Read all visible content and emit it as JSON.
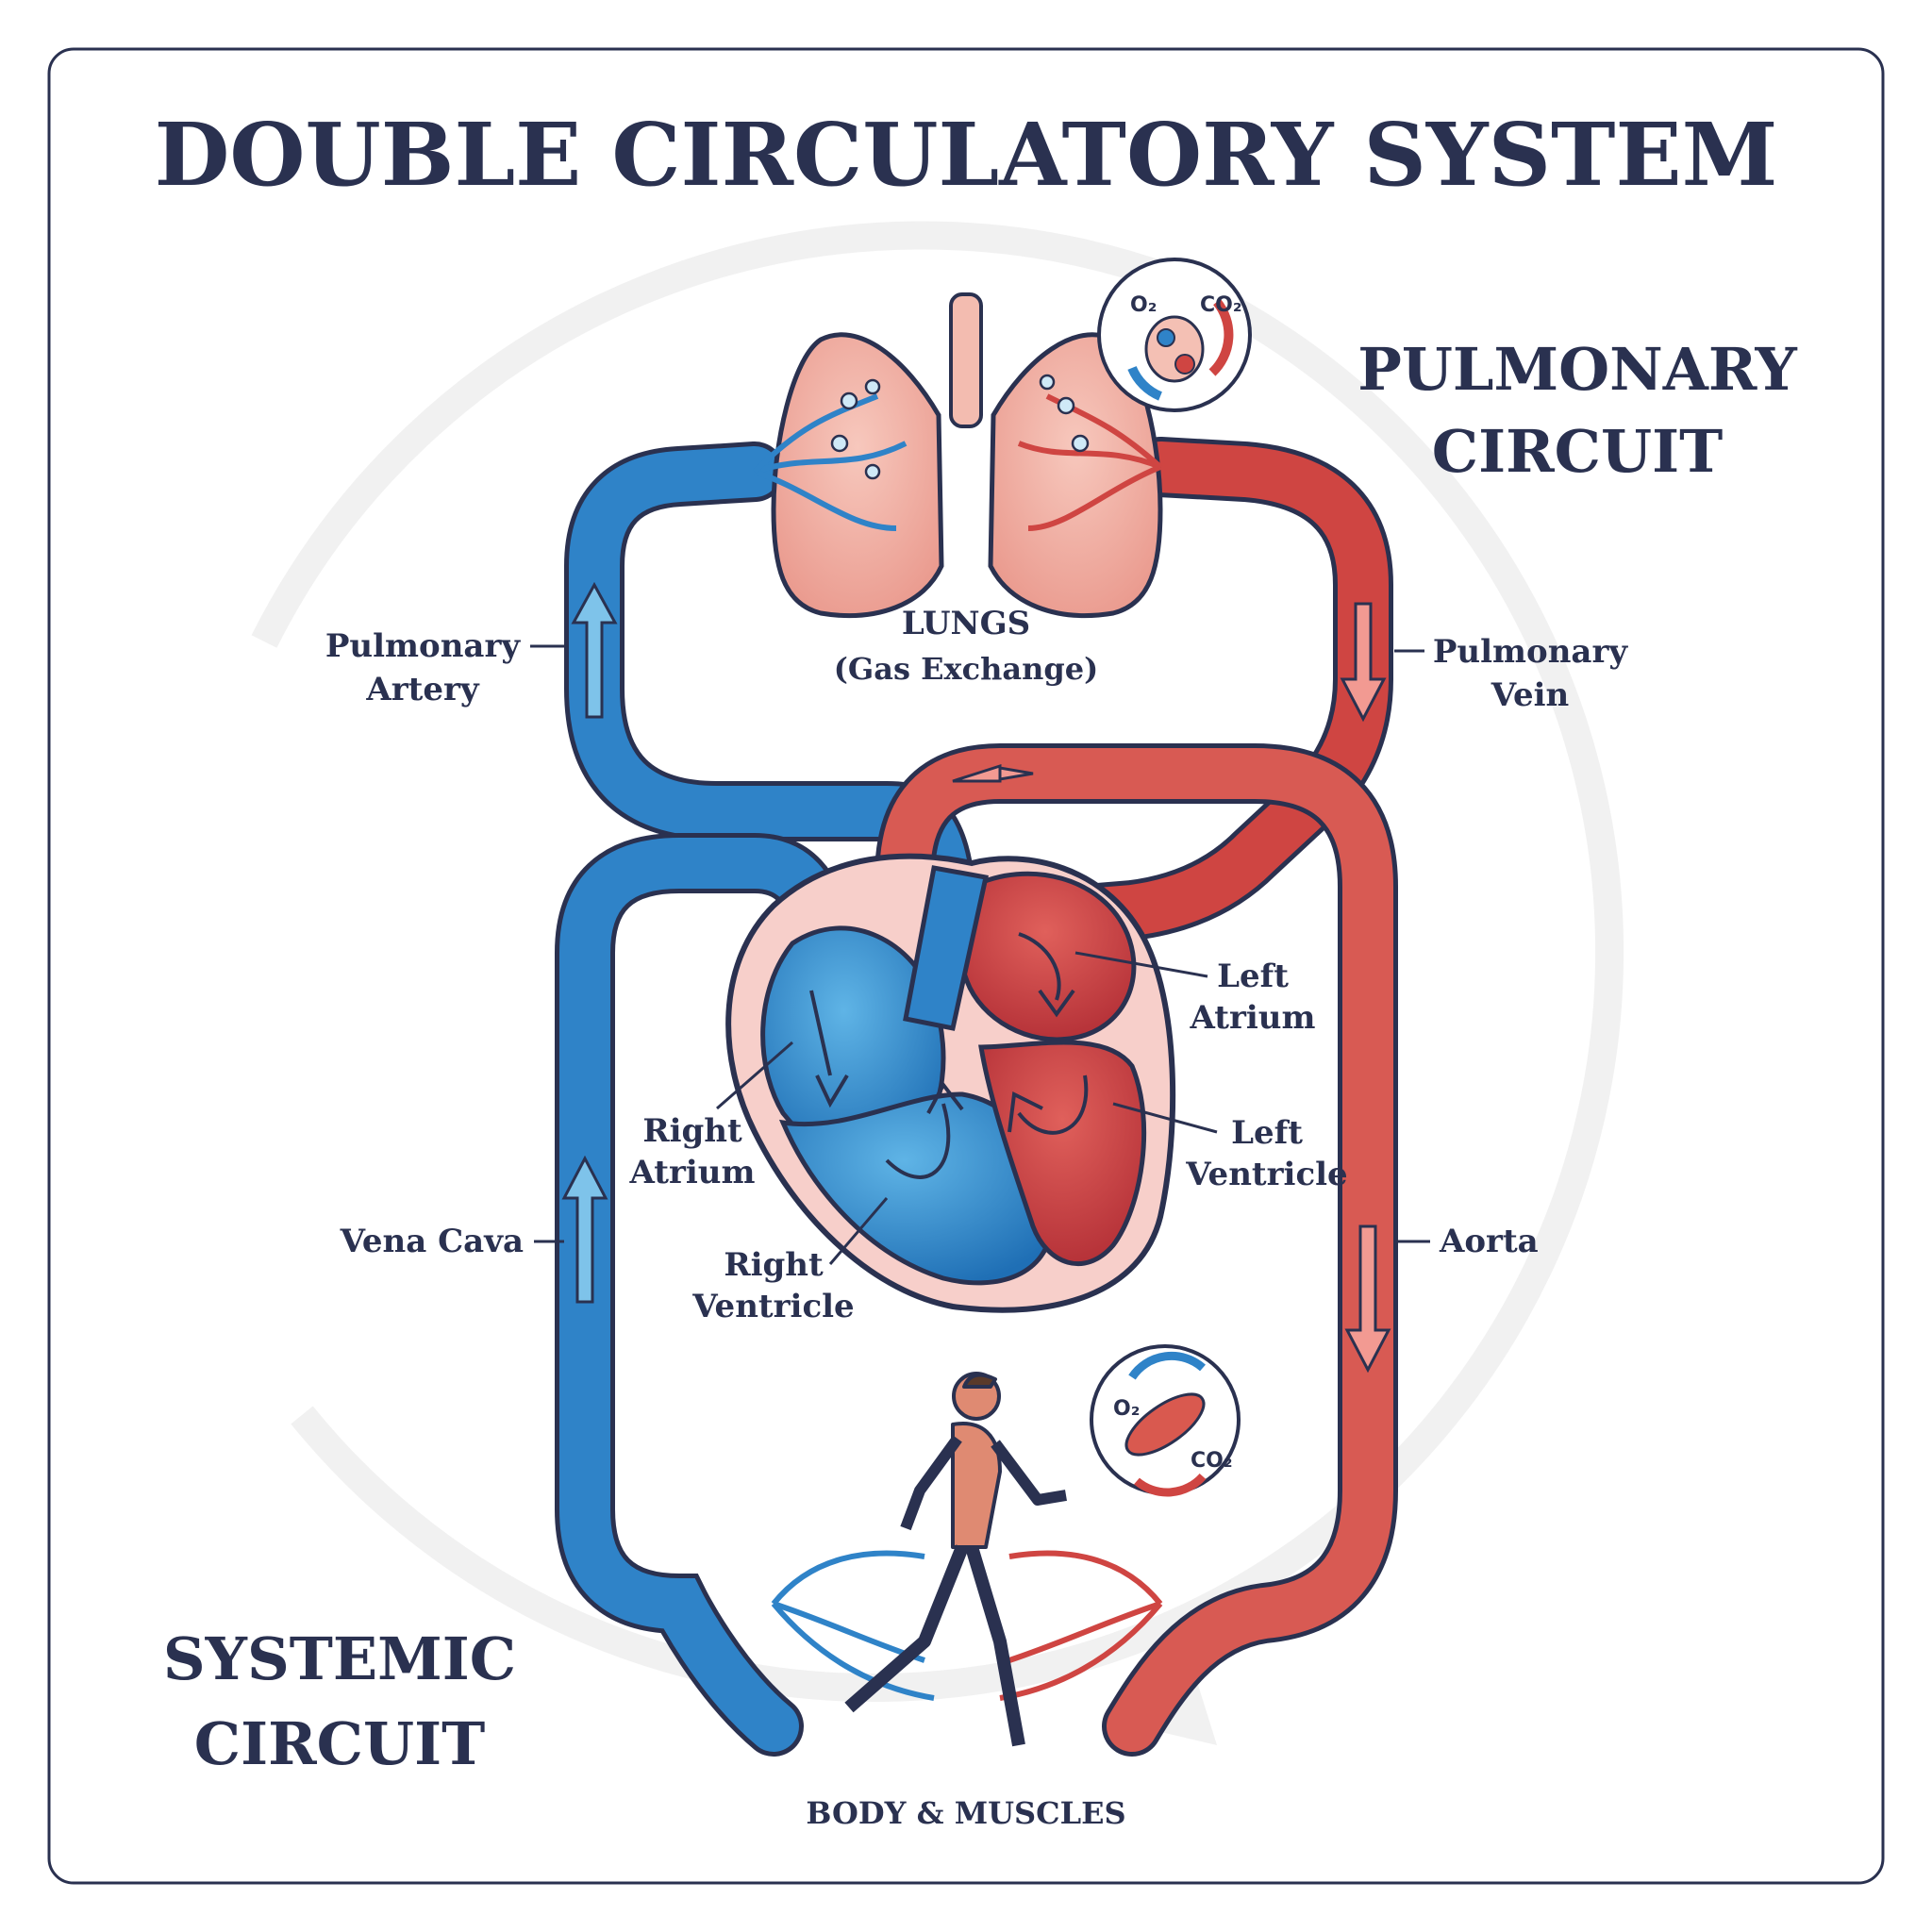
{
  "title": "DOUBLE CIRCULATORY SYSTEM",
  "circuits": {
    "pulmonary": [
      "PULMONARY",
      "CIRCUIT"
    ],
    "systemic": [
      "SYSTEMIC",
      "CIRCUIT"
    ]
  },
  "organs": {
    "lungs": [
      "LUNGS",
      "(Gas Exchange)"
    ],
    "body": "BODY & MUSCLES"
  },
  "vessels": {
    "pulmonary_artery": [
      "Pulmonary",
      "Artery"
    ],
    "pulmonary_vein": [
      "Pulmonary",
      "Vein"
    ],
    "vena_cava": "Vena Cava",
    "aorta": "Aorta"
  },
  "chambers": {
    "left_atrium": [
      "Left",
      "Atrium"
    ],
    "left_ventricle": [
      "Left",
      "Ventricle"
    ],
    "right_atrium": [
      "Right",
      "Atrium"
    ],
    "right_ventricle": [
      "Right",
      "Ventricle"
    ]
  },
  "gases": {
    "lung_o2": "O₂",
    "lung_co2": "CO₂",
    "muscle_o2": "O₂",
    "muscle_co2": "CO₂"
  },
  "colors": {
    "deoxygenated": "#2f7fc1",
    "oxygenated": "#c9413f",
    "outline": "#2a3150",
    "lung_pink": "#f1b3a8",
    "heart_wall": "#f6c9c4"
  }
}
